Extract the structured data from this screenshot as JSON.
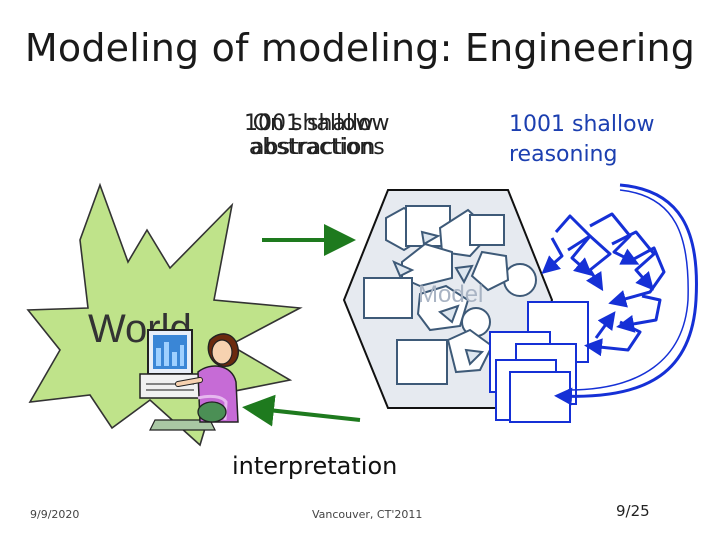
{
  "slide": {
    "title": "Modeling of modeling: Engineering",
    "abstraction_label_a": "1001 shallow",
    "abstraction_label_b": "abstractions",
    "abstraction_label_c": "On shallow",
    "abstraction_label_d": "abstraction",
    "reasoning_label_line1": "1001 shallow",
    "reasoning_label_line2": "reasoning",
    "world_label": "World",
    "model_label": "Model",
    "interpretation_label": "interpretation"
  },
  "footer": {
    "date": "9/9/2020",
    "venue": "Vancouver, CT'2011",
    "page": "9/25"
  },
  "colors": {
    "star_fill": "#bfe38a",
    "hexagon_fill": "#e6eaf0",
    "model_shape_stroke": "#3e5a78",
    "arrow_green": "#1e7a1e",
    "reasoning_blue": "#1530d6",
    "reasoning_text": "#1c3fb0"
  },
  "icons": [
    "computer-user-clipart",
    "arrow-right-icon",
    "arrow-left-icon"
  ]
}
